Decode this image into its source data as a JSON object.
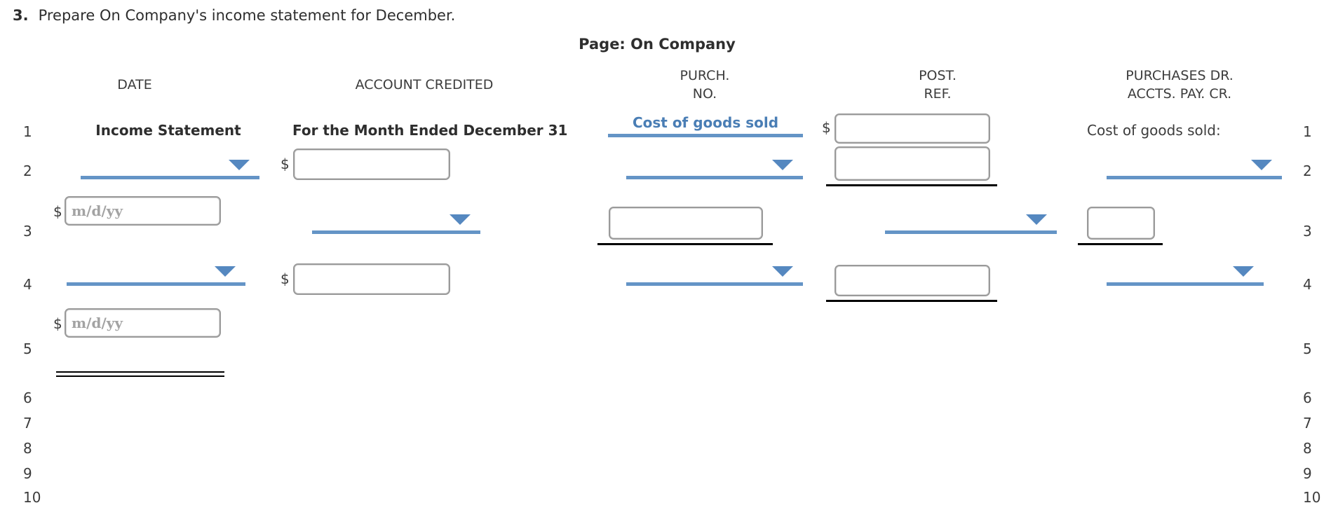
{
  "task": {
    "number": "3.",
    "instruction": "Prepare On Company's income statement for December."
  },
  "page_title": "Page: On Company",
  "headers": {
    "date": "DATE",
    "account_credited": "ACCOUNT CREDITED",
    "purch_no": [
      "PURCH.",
      "NO."
    ],
    "post_ref": [
      "POST.",
      "REF."
    ],
    "purchases": [
      "PURCHASES DR.",
      "ACCTS. PAY. CR."
    ]
  },
  "row_numbers": [
    "1",
    "2",
    "3",
    "4",
    "5",
    "6",
    "7",
    "8",
    "9",
    "10"
  ],
  "statement": {
    "title": "Income Statement",
    "period": "For the Month Ended December 31",
    "selected_account": "Cost of goods sold",
    "purchases_note": "Cost of goods sold:"
  },
  "fields": {
    "currency_symbol": "$",
    "date_placeholder": "m/d/yy"
  },
  "colors": {
    "accent_blue": "#6494c6",
    "triangle_blue": "#5588c0",
    "link_blue": "#4a7eb5",
    "text_dark": "#3c3c3c",
    "rule_black": "#000000",
    "input_border": "#9a9a9a"
  }
}
